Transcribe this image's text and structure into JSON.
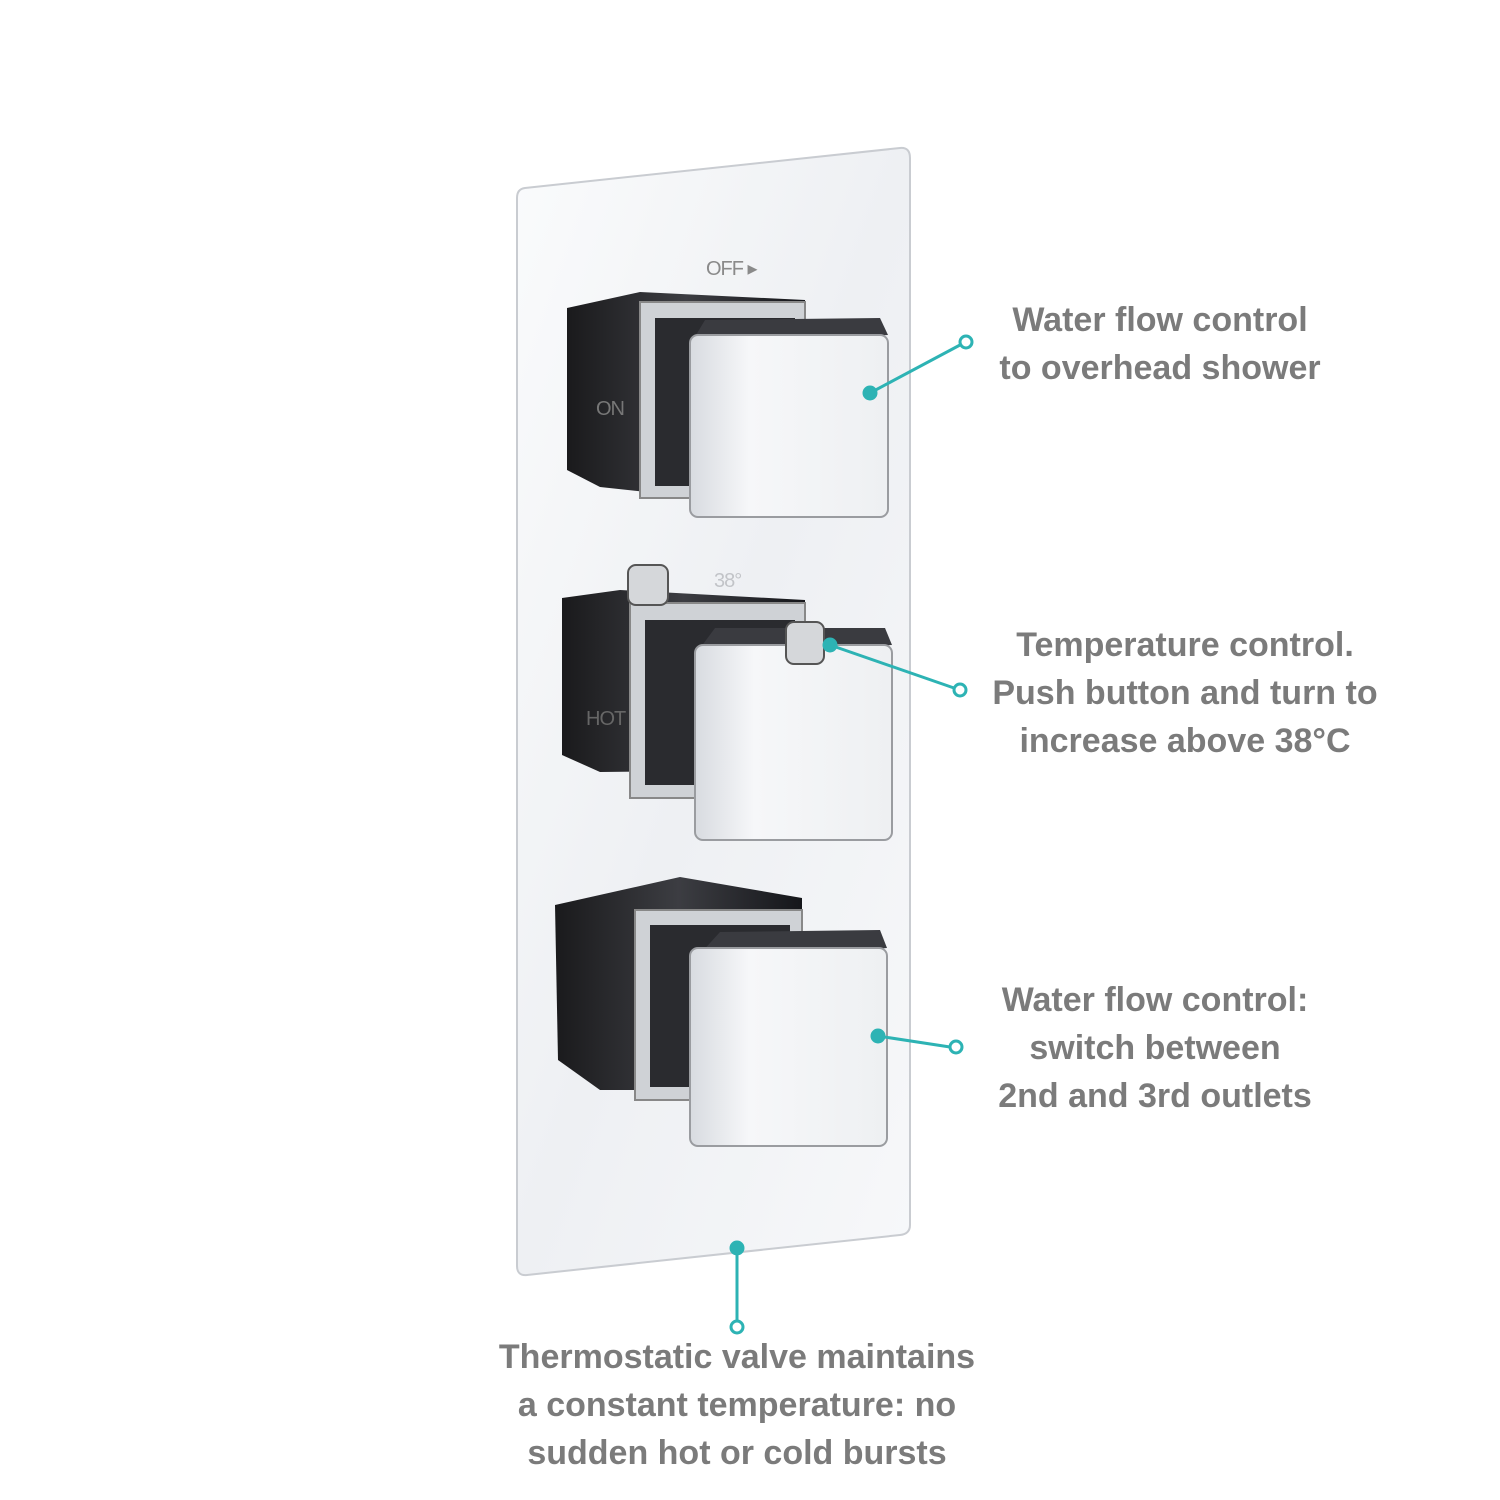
{
  "colors": {
    "accent": "#2db3b4",
    "text": "#7b7b7b",
    "chrome_dark": "#1d1d1f",
    "chrome_light": "#f3f4f6"
  },
  "plate_labels": {
    "off": "OFF ▸",
    "on": "ON",
    "temp": "38°",
    "hot": "HOT"
  },
  "callouts": [
    {
      "id": "overhead",
      "lines": [
        "Water flow control",
        "to overhead shower"
      ]
    },
    {
      "id": "temperature",
      "lines": [
        "Temperature control.",
        "Push button and turn to",
        "increase above 38°C"
      ]
    },
    {
      "id": "diverter",
      "lines": [
        "Water flow control:",
        "switch between",
        "2nd and 3rd outlets"
      ]
    },
    {
      "id": "thermostatic",
      "lines": [
        "Thermostatic valve maintains",
        "a constant temperature: no",
        "sudden hot or cold bursts"
      ]
    }
  ]
}
